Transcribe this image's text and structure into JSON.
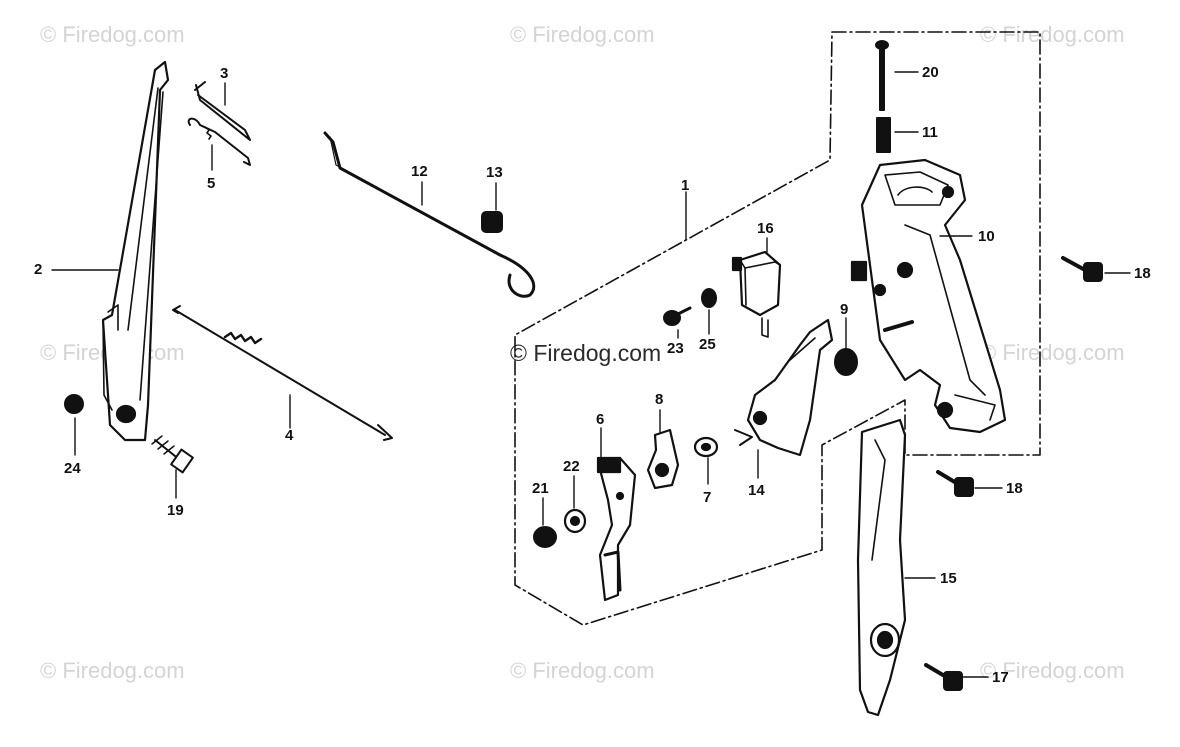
{
  "watermarks": {
    "text": "© Firedog.com"
  },
  "callouts": {
    "c1": "1",
    "c2": "2",
    "c3": "3",
    "c4": "4",
    "c5": "5",
    "c6": "6",
    "c7": "7",
    "c8": "8",
    "c9": "9",
    "c10": "10",
    "c11": "11",
    "c12": "12",
    "c13": "13",
    "c14": "14",
    "c15": "15",
    "c16": "16",
    "c17": "17",
    "c18a": "18",
    "c18b": "18",
    "c19": "19",
    "c20": "20",
    "c21": "21",
    "c22": "22",
    "c23": "23",
    "c24": "24",
    "c25": "25"
  },
  "colors": {
    "ink": "#111111",
    "watermark": "#d4d4d4"
  }
}
